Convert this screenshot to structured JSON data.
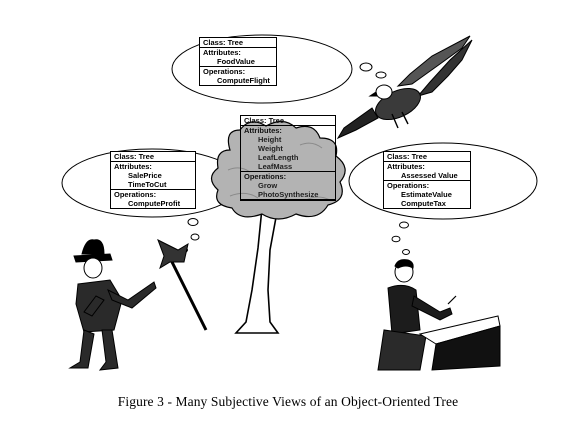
{
  "caption": "Figure 3 - Many Subjective Views of an Object-Oriented Tree",
  "views": {
    "eagle": {
      "class_label": "Class: Tree",
      "attributes_label": "Attributes:",
      "attributes": [
        "FoodValue"
      ],
      "operations_label": "Operations:",
      "operations": [
        "ComputeFlight"
      ]
    },
    "logger": {
      "class_label": "Class: Tree",
      "attributes_label": "Attributes:",
      "attributes": [
        "SalePrice",
        "TimeToCut"
      ],
      "operations_label": "Operations:",
      "operations": [
        "ComputeProfit"
      ]
    },
    "assessor": {
      "class_label": "Class: Tree",
      "attributes_label": "Attributes:",
      "attributes": [
        "Assessed Value"
      ],
      "operations_label": "Operations:",
      "operations": [
        "EstimateValue",
        "ComputeTax"
      ]
    },
    "tree": {
      "class_label": "Class: Tree",
      "attributes_label": "Attributes:",
      "attributes": [
        "Height",
        "Weight",
        "LeafLength",
        "LeafMass"
      ],
      "operations_label": "Operations:",
      "operations": [
        "Grow",
        "PhotoSynthesize"
      ]
    }
  },
  "colors": {
    "ink": "#000000",
    "foliage": "#b3b3b3",
    "foliage_dark": "#8a8a8a",
    "paper": "#ffffff"
  },
  "icons": [
    "thought-bubble-icon",
    "eagle-icon",
    "logger-icon",
    "axe-icon",
    "desk-clerk-icon",
    "tree-icon"
  ]
}
